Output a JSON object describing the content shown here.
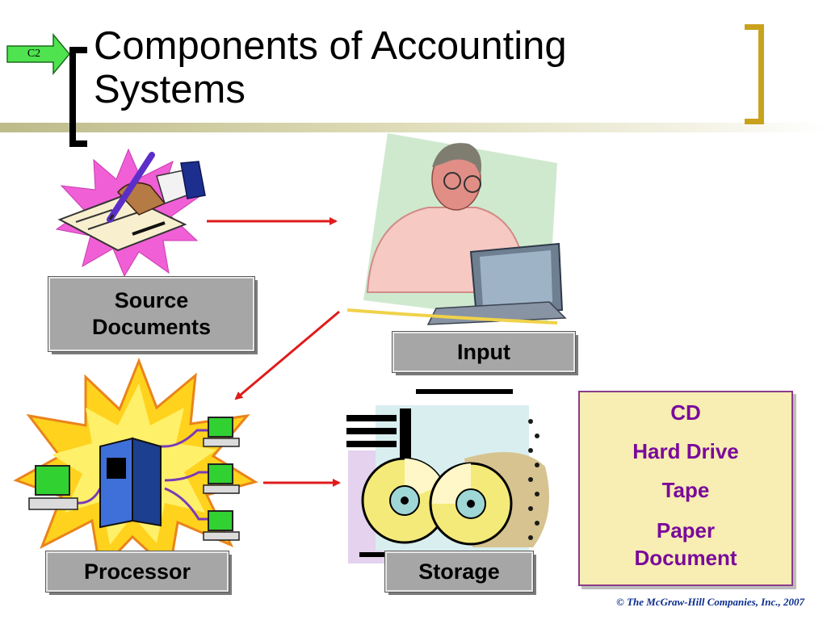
{
  "slide": {
    "marker": "C2",
    "title_line1": "Components of Accounting",
    "title_line2": "Systems",
    "copyright": "© The McGraw-Hill Companies, Inc., 2007"
  },
  "components": {
    "source_line1": "Source",
    "source_line2": "Documents",
    "input": "Input",
    "processor": "Processor",
    "storage": "Storage"
  },
  "storage_media": [
    "CD",
    "Hard Drive",
    "Tape",
    "Paper",
    "Document"
  ],
  "colors": {
    "arrow": "#e01b1b",
    "label_bg": "#a6a6a6",
    "media_bg": "#f8edb2",
    "media_text": "#7a0a9b",
    "bracket_left": "#000000",
    "bracket_right": "#c9a21c",
    "marker_fill": "#4fe34f"
  }
}
